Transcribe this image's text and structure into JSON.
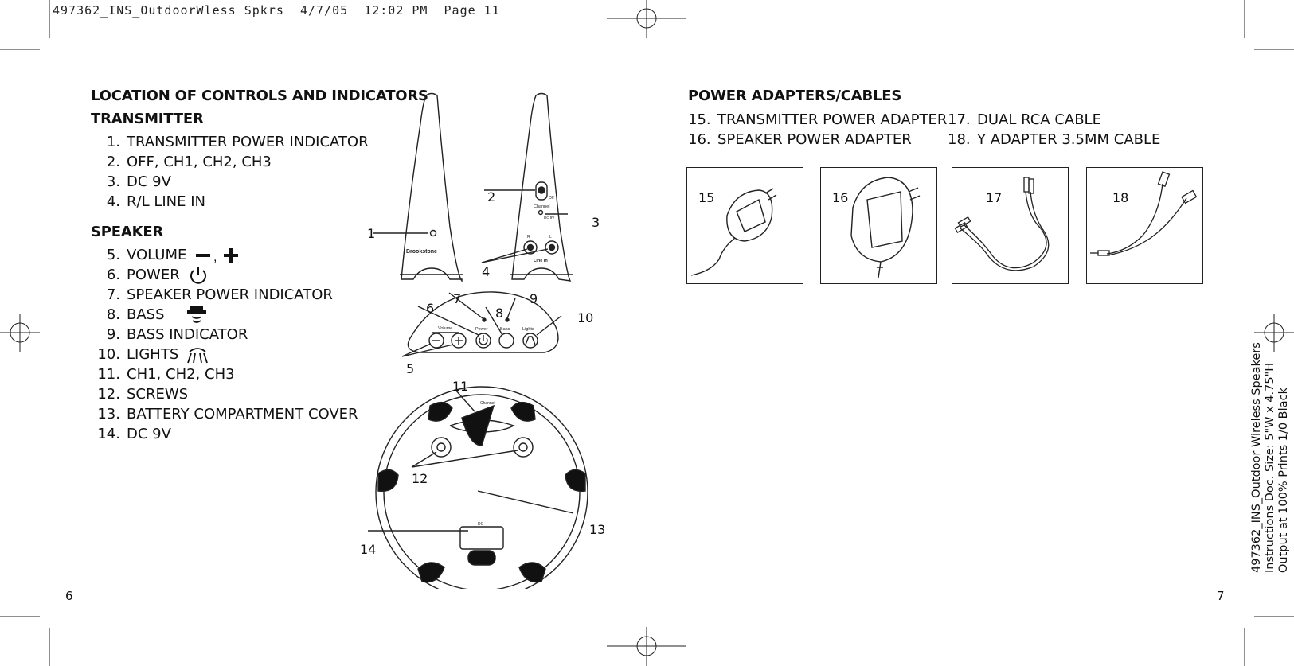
{
  "slug": "497362_INS_OutdoorWless Spkrs  4/7/05  12:02 PM  Page 11",
  "left": {
    "title": "LOCATION OF CONTROLS AND INDICATORS",
    "transmitter_heading": "TRANSMITTER",
    "transmitter_items": [
      {
        "num": "1.",
        "label": "TRANSMITTER POWER INDICATOR"
      },
      {
        "num": "2.",
        "label": "OFF, CH1, CH2, CH3"
      },
      {
        "num": "3.",
        "label": "DC 9V"
      },
      {
        "num": "4.",
        "label": "R/L LINE IN"
      }
    ],
    "speaker_heading": "SPEAKER",
    "speaker_items": [
      {
        "num": "5.",
        "label": "VOLUME",
        "icon": "minus-plus-icon",
        "sep": ","
      },
      {
        "num": "6.",
        "label": "POWER",
        "icon": "power-icon"
      },
      {
        "num": "7.",
        "label": "SPEAKER POWER INDICATOR"
      },
      {
        "num": "8.",
        "label": "BASS",
        "icon": "bass-icon"
      },
      {
        "num": "9.",
        "label": "BASS INDICATOR"
      },
      {
        "num": "10.",
        "label": "LIGHTS",
        "icon": "lights-icon"
      },
      {
        "num": "11.",
        "label": "CH1, CH2, CH3"
      },
      {
        "num": "12.",
        "label": "SCREWS"
      },
      {
        "num": "13.",
        "label": "BATTERY COMPARTMENT COVER"
      },
      {
        "num": "14.",
        "label": "DC 9V"
      }
    ],
    "page_number": "6"
  },
  "diagram": {
    "callouts": [
      "1",
      "2",
      "3",
      "4",
      "5",
      "6",
      "7",
      "8",
      "9",
      "10",
      "11",
      "12",
      "13",
      "14"
    ],
    "brand": "Brookstone",
    "transmitter_labels": {
      "channel": "Channel",
      "off": "Off",
      "dc": "DC 9V",
      "r": "R",
      "l": "L",
      "line_in": "Line In"
    },
    "panel_labels": {
      "volume": "Volume",
      "power": "Power",
      "bass": "Bass",
      "lights": "Lights"
    },
    "bottom_labels": {
      "channel": "Channel",
      "dc": "DC"
    }
  },
  "right": {
    "title": "POWER ADAPTERS/CABLES",
    "col1": [
      {
        "num": "15.",
        "label": "TRANSMITTER POWER ADAPTER"
      },
      {
        "num": "16.",
        "label": "SPEAKER POWER ADAPTER"
      }
    ],
    "col2": [
      {
        "num": "17.",
        "label": "DUAL RCA CABLE"
      },
      {
        "num": "18.",
        "label": "Y ADAPTER 3.5MM CABLE"
      }
    ],
    "boxes": [
      "15",
      "16",
      "17",
      "18"
    ],
    "page_number": "7"
  },
  "sidebar_note": [
    "497362_INS_Outdoor Wireless Speakers",
    "Instructions  Doc. Size: 5\"W x 4.75\"H",
    "Output at 100% Prints 1/0 Black"
  ]
}
